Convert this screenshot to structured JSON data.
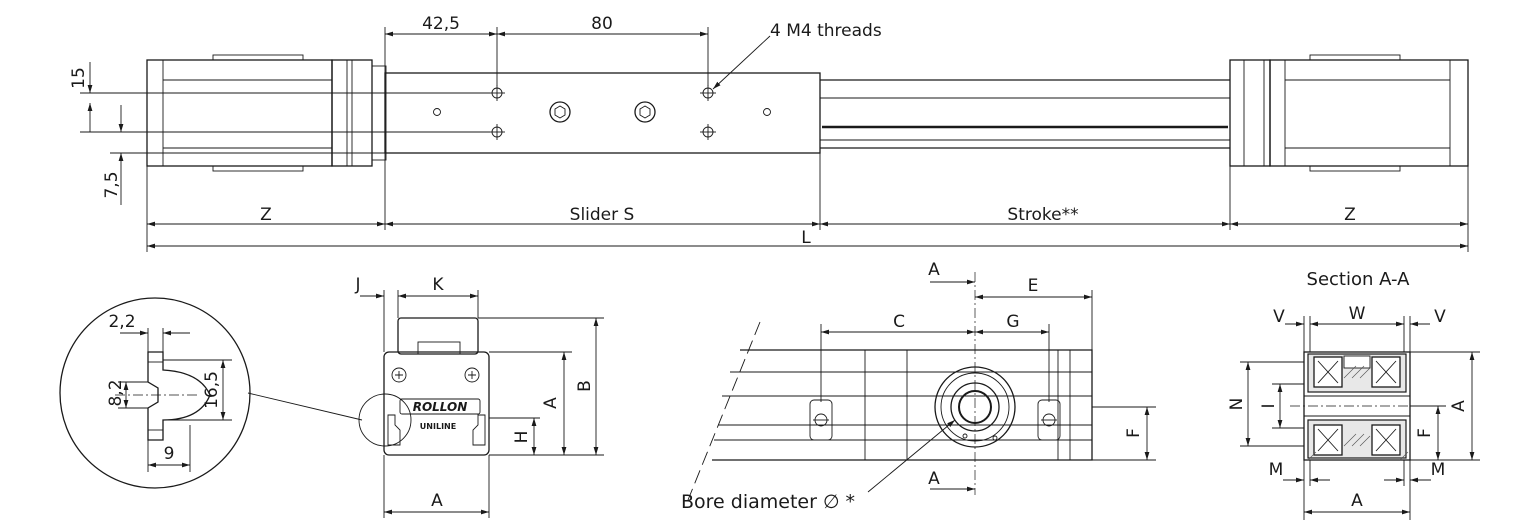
{
  "top_view": {
    "dim_42_5": "42,5",
    "dim_80": "80",
    "threads_note": "4 M4 threads",
    "dim_15": "15",
    "dim_7_5": "7,5",
    "z_left": "Z",
    "slider": "Slider S",
    "stroke": "Stroke**",
    "z_right": "Z",
    "length": "L"
  },
  "detail_view": {
    "dim_2_2": "2,2",
    "dim_8_2": "8,2",
    "dim_16_5": "16,5",
    "dim_9": "9"
  },
  "end_view": {
    "j": "J",
    "k": "K",
    "a_bottom": "A",
    "a_side": "A",
    "b": "B",
    "h": "H",
    "logo_brand": "ROLLON",
    "logo_model": "UNILINE"
  },
  "slider_view": {
    "section_a_top": "A",
    "section_a_bottom": "A",
    "c": "C",
    "e": "E",
    "g": "G",
    "f": "F",
    "bore_note": "Bore diameter ∅ *"
  },
  "section_view": {
    "title": "Section A-A",
    "v_left": "V",
    "w": "W",
    "v_right": "V",
    "n": "N",
    "i": "I",
    "f": "F",
    "a_side": "A",
    "m_left": "M",
    "m_right": "M",
    "a_bottom": "A"
  }
}
